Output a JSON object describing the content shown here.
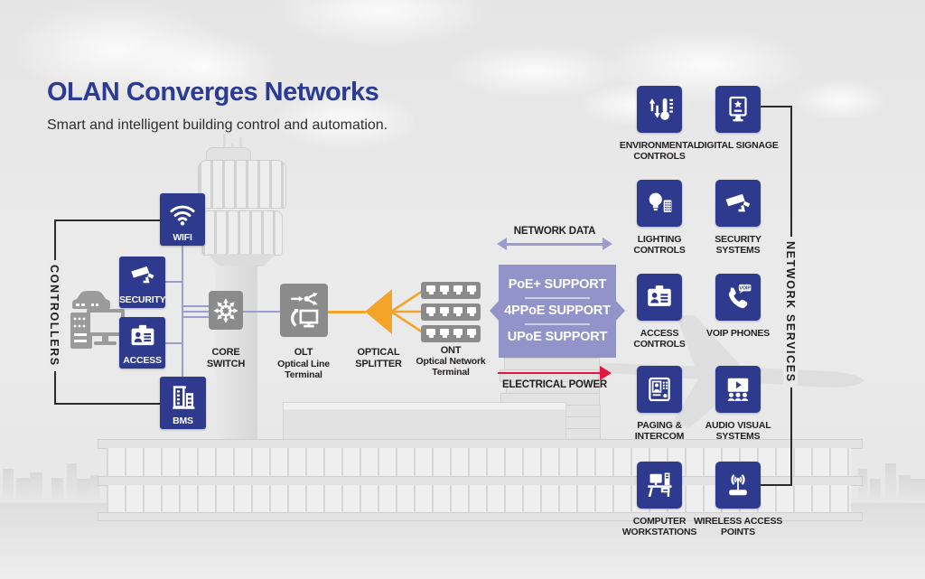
{
  "header": {
    "title": "OLAN Converges Networks",
    "subtitle": "Smart and intelligent building control and automation."
  },
  "controllers": {
    "group_label": "CONTROLLERS",
    "items": [
      {
        "label": "WIFI",
        "icon": "wifi-icon"
      },
      {
        "label": "SECURITY",
        "icon": "security-camera-icon"
      },
      {
        "label": "ACCESS",
        "icon": "id-badge-icon"
      },
      {
        "label": "BMS",
        "icon": "building-icon"
      }
    ]
  },
  "core_path": {
    "switch": {
      "label": "CORE SWITCH",
      "icon": "core-switch-icon"
    },
    "olt": {
      "label": "OLT",
      "sublabel": "Optical Line Terminal",
      "icon": "olt-icon"
    },
    "splitter": {
      "label": "OPTICAL SPLITTER",
      "icon": "optical-splitter-icon"
    },
    "ont": {
      "label": "ONT",
      "sublabel": "Optical Network Terminal",
      "icon": "ont-ports-icon"
    }
  },
  "flows": {
    "network_data_label": "NETWORK DATA",
    "electrical_power_label": "ELECTRICAL POWER",
    "poe_box": [
      "PoE+ SUPPORT",
      "4PPoE SUPPORT",
      "UPoE SUPPORT"
    ]
  },
  "services": {
    "group_label": "NETWORK SERVICES",
    "items": [
      {
        "label": "ENVIRONMENTAL CONTROLS",
        "icon": "thermometer-icon"
      },
      {
        "label": "DIGITAL SIGNAGE",
        "icon": "signage-icon"
      },
      {
        "label": "LIGHTING CONTROLS",
        "icon": "lightbulb-icon"
      },
      {
        "label": "SECURITY SYSTEMS",
        "icon": "security-camera-icon"
      },
      {
        "label": "ACCESS CONTROLS",
        "icon": "id-badge-icon"
      },
      {
        "label": "VOIP PHONES",
        "icon": "voip-phone-icon",
        "badge": "VOIP"
      },
      {
        "label": "PAGING & INTERCOM",
        "icon": "intercom-icon"
      },
      {
        "label": "AUDIO VISUAL SYSTEMS",
        "icon": "av-screen-icon"
      },
      {
        "label": "COMPUTER WORKSTATIONS",
        "icon": "workstation-icon"
      },
      {
        "label": "WIRELESS ACCESS POINTS",
        "icon": "access-point-icon"
      }
    ]
  },
  "colors": {
    "brand_blue": "#2e3a8d",
    "title_blue": "#2b3a94",
    "purple": "#9294c9",
    "line_purple": "#9c9dce",
    "orange": "#f5a42a",
    "red": "#e3173e",
    "node_gray": "#8b8b8b",
    "label_dark": "#231f20"
  }
}
